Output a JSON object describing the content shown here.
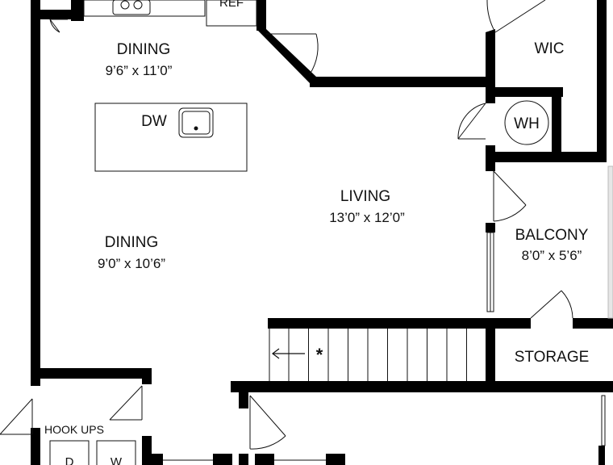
{
  "rooms": {
    "dining_top": {
      "label": "DINING",
      "dims": "9’6” x 11’0”"
    },
    "dining_bottom": {
      "label": "DINING",
      "dims": "9’0” x 10’6”"
    },
    "living": {
      "label": "LIVING",
      "dims": "13’0” x 12’0”"
    },
    "balcony": {
      "label": "BALCONY",
      "dims": "8’0” x 5’6”"
    },
    "wic": {
      "label": "WIC"
    },
    "storage": {
      "label": "STORAGE"
    },
    "hookups": {
      "label": "HOOK UPS"
    }
  },
  "fixtures": {
    "dishwasher": "DW",
    "water_heater": "WH",
    "refrigerator": "REF",
    "dryer": "D",
    "washer": "W"
  },
  "stairs": {
    "marker": "*"
  },
  "colors": {
    "wall": "#000000",
    "background": "#ffffff",
    "outline": "#111111"
  }
}
